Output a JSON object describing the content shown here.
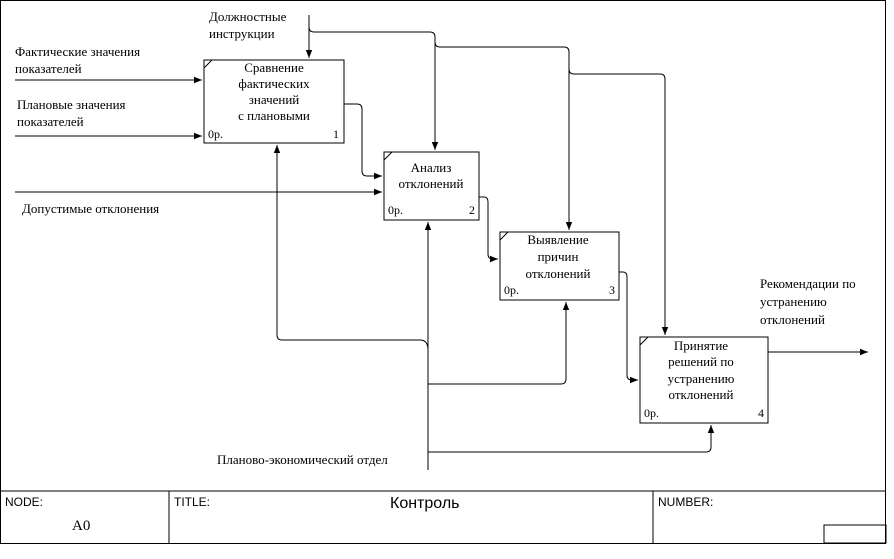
{
  "inputs": {
    "actual": [
      "Фактические значения",
      "показателей"
    ],
    "planned": [
      "Плановые значения",
      "показателей"
    ],
    "tolerances": "Допустимые отклонения"
  },
  "controls": {
    "instructions": [
      "Должностные",
      "инструкции"
    ]
  },
  "mechanisms": {
    "department": "Планово-экономический отдел"
  },
  "outputs": {
    "recommendations": [
      "Рекомендации по",
      "устранению",
      "отклонений"
    ]
  },
  "boxes": [
    {
      "title": [
        "Сравнение",
        "фактических",
        "значений",
        "с плановыми"
      ],
      "cost": "0р.",
      "number": "1"
    },
    {
      "title": [
        "Анализ",
        "отклонений"
      ],
      "cost": "0р.",
      "number": "2"
    },
    {
      "title": [
        "Выявление",
        "причин",
        "отклонений"
      ],
      "cost": "0р.",
      "number": "3"
    },
    {
      "title": [
        "Принятие",
        "решений по",
        "устранению",
        "отклонений"
      ],
      "cost": "0р.",
      "number": "4"
    }
  ],
  "footer": {
    "node_label": "NODE:",
    "node_value": "A0",
    "title_label": "TITLE:",
    "title_value": "Контроль",
    "number_label": "NUMBER:"
  }
}
